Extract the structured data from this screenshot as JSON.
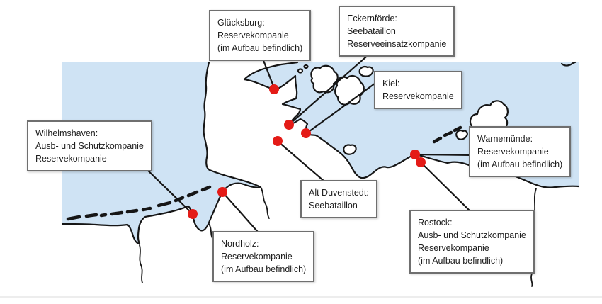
{
  "figure": {
    "sea_color": "#cfe3f4",
    "marker_color": "#e41b17",
    "locations": [
      {
        "id": "gluecksburg",
        "title": "Glücksburg:",
        "lines": [
          "Reservekompanie",
          "(im Aufbau befindlich)"
        ]
      },
      {
        "id": "eckernfoerde",
        "title": "Eckernförde:",
        "lines": [
          "Seebataillon",
          "Reserveeinsatzkompanie"
        ]
      },
      {
        "id": "kiel",
        "title": "Kiel:",
        "lines": [
          "Reservekompanie"
        ]
      },
      {
        "id": "wilhelmshaven",
        "title": "Wilhelmshaven:",
        "lines": [
          "Ausb- und Schutzkompanie",
          "Reservekompanie"
        ]
      },
      {
        "id": "warnemuende",
        "title": "Warnemünde:",
        "lines": [
          "Reservekompanie",
          "(im Aufbau befindlich)"
        ]
      },
      {
        "id": "alt_duvenstedt",
        "title": "Alt Duvenstedt:",
        "lines": [
          "Seebataillon"
        ]
      },
      {
        "id": "rostock",
        "title": "Rostock:",
        "lines": [
          "Ausb- und Schutzkompanie",
          "Reservekompanie",
          "(im Aufbau befindlich)"
        ]
      },
      {
        "id": "nordholz",
        "title": "Nordholz:",
        "lines": [
          "Reservekompanie",
          "(im Aufbau befindlich)"
        ]
      }
    ]
  }
}
